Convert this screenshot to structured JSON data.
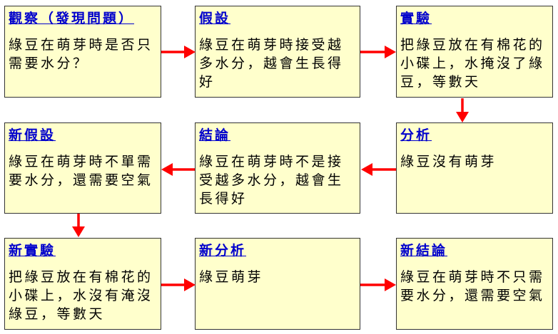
{
  "steps": [
    {
      "title": "觀察（發現問題）",
      "body": "綠豆在萌芽時是否只需要水分？"
    },
    {
      "title": "假設",
      "body": "綠豆在萌芽時接受越多水分，越會生長得好"
    },
    {
      "title": "實驗",
      "body": "把綠豆放在有棉花的小碟上，水掩沒了綠豆，等數天"
    },
    {
      "title": "新假設",
      "body": "綠豆在萌芽時不單需要水分，還需要空氣"
    },
    {
      "title": "結論",
      "body": "綠豆在萌芽時不是接受越多水分，越會生長得好"
    },
    {
      "title": "分析",
      "body": "綠豆沒有萌芽"
    },
    {
      "title": "新實驗",
      "body": "把綠豆放在有棉花的小碟上，水沒有淹沒綠豆，等數天"
    },
    {
      "title": "新分析",
      "body": "綠豆萌芽"
    },
    {
      "title": "新結論",
      "body": "綠豆在萌芽時不只需要水分，還需要空氣"
    }
  ],
  "colors": {
    "box_fill": "#ffffcc",
    "title": "#0000cc",
    "arrow": "#ff0000"
  }
}
